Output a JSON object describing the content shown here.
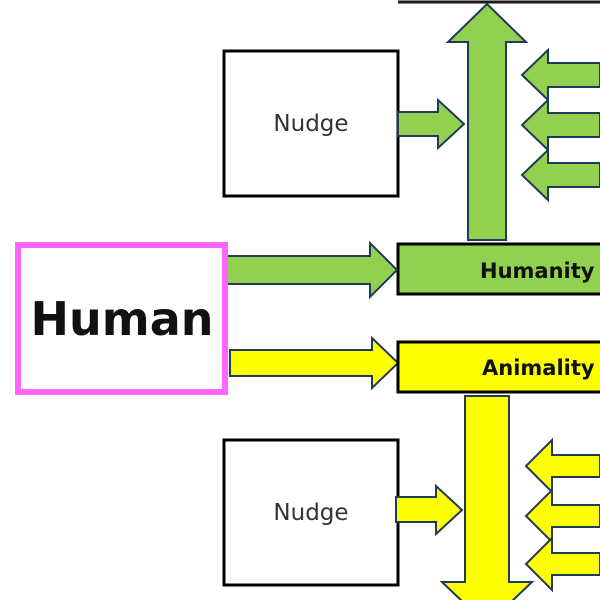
{
  "human": {
    "label": "Human",
    "border_color": "#ff66ff"
  },
  "nudge_top": {
    "label": "Nudge"
  },
  "nudge_bottom": {
    "label": "Nudge"
  },
  "humanity": {
    "label": "Humanity",
    "color": "#92d050"
  },
  "animality": {
    "label": "Animality",
    "color": "#ffff00"
  },
  "colors": {
    "outline": "#1f3a5a",
    "box_border": "#000000"
  }
}
